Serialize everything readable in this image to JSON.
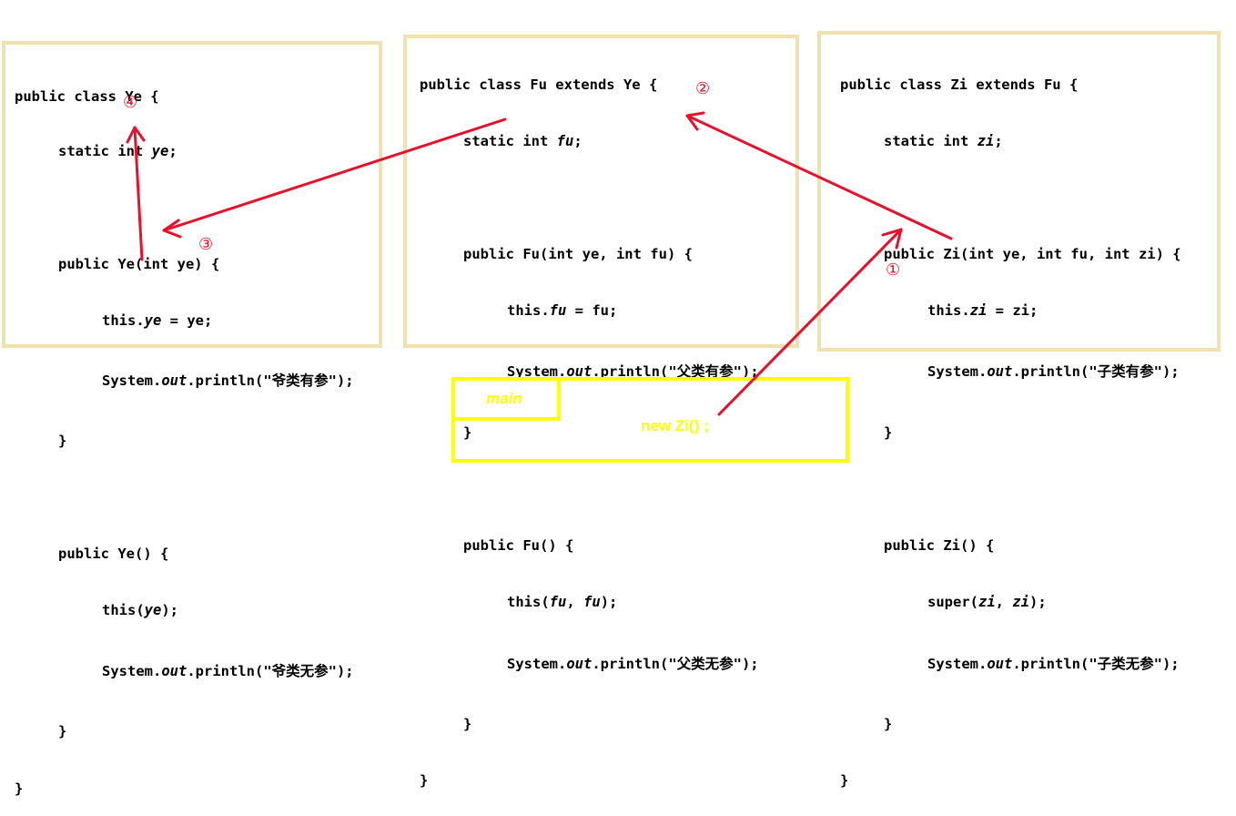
{
  "ye_class": {
    "l1": "public class Ye {",
    "l2a": "static int ",
    "l2b": "ye",
    "l2c": ";",
    "l3": "public Ye(int ye) {",
    "l4a": "this.",
    "l4b": "ye",
    "l4c": " = ye;",
    "l5a": "System.",
    "l5b": "out",
    "l5c": ".println(\"爷类有参\");",
    "l6": "}",
    "l7": "public Ye() {",
    "l8a": "this(",
    "l8b": "ye",
    "l8c": ");",
    "l9a": "System.",
    "l9b": "out",
    "l9c": ".println(\"爷类无参\");",
    "l10": "}",
    "l11": "}"
  },
  "fu_class": {
    "l1": "public class Fu extends Ye {",
    "l2a": "static int ",
    "l2b": "fu",
    "l2c": ";",
    "l3": "public Fu(int ye, int fu) {",
    "l4a": "this.",
    "l4b": "fu",
    "l4c": " = fu;",
    "l5a": "System.",
    "l5b": "out",
    "l5c": ".println(\"父类有参\");",
    "l6": "}",
    "l7": "public Fu() {",
    "l8a": "this(",
    "l8b": "fu",
    "l8c": ", ",
    "l8d": "fu",
    "l8e": ");",
    "l9a": "System.",
    "l9b": "out",
    "l9c": ".println(\"父类无参\");",
    "l10": "}",
    "l11": "}"
  },
  "zi_class": {
    "l1": "public class Zi extends Fu {",
    "l2a": "static int ",
    "l2b": "zi",
    "l2c": ";",
    "l3": "public Zi(int ye, int fu, int zi) {",
    "l4a": "this.",
    "l4b": "zi",
    "l4c": " = zi;",
    "l5a": "System.",
    "l5b": "out",
    "l5c": ".println(\"子类有参\");",
    "l6": "}",
    "l7": "public Zi() {",
    "l8a": "super(",
    "l8b": "zi",
    "l8c": ", ",
    "l8d": "zi",
    "l8e": ");",
    "l9a": "System.",
    "l9b": "out",
    "l9c": ".println(\"子类无参\");",
    "l10": "}",
    "l11": "}"
  },
  "main": {
    "tab_label": "main",
    "call": "new Zi() ;"
  },
  "steps": {
    "s1": "①",
    "s2": "②",
    "s3": "③",
    "s4": "④"
  },
  "colors": {
    "box_border": "#efe2b0",
    "main_border": "#ffff00",
    "arrow": "#e8102a"
  }
}
